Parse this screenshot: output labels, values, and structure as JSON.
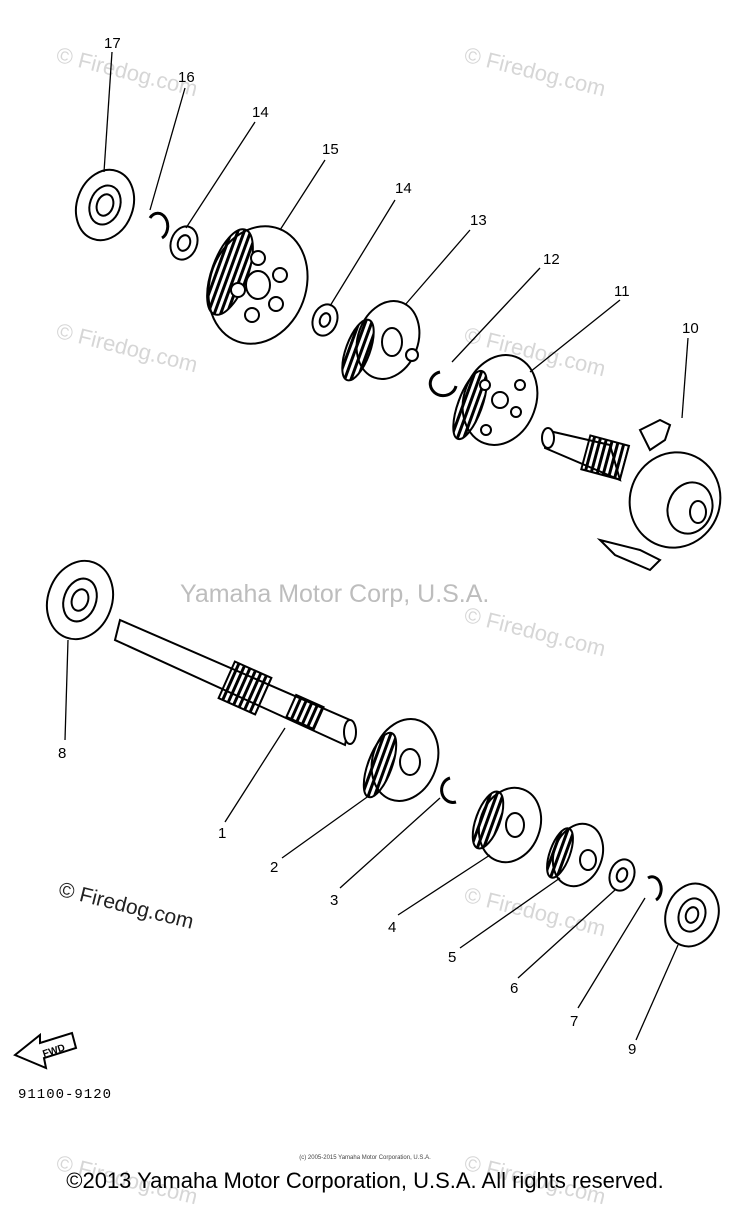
{
  "watermarks": {
    "firedog": "© Firedog.com",
    "center": "Yamaha Motor Corp, U.S.A."
  },
  "part_labels": [
    "1",
    "2",
    "3",
    "4",
    "5",
    "6",
    "7",
    "8",
    "9",
    "10",
    "11",
    "12",
    "13",
    "14",
    "14",
    "15",
    "16",
    "17"
  ],
  "fwd_label": "FWD",
  "diagram_code": "91100-9120",
  "small_copyright": "(c) 2005-2015 Yamaha Motor Corporation, U.S.A.",
  "footer_copyright": "©2013 Yamaha Motor Corporation, U.S.A. All rights reserved."
}
